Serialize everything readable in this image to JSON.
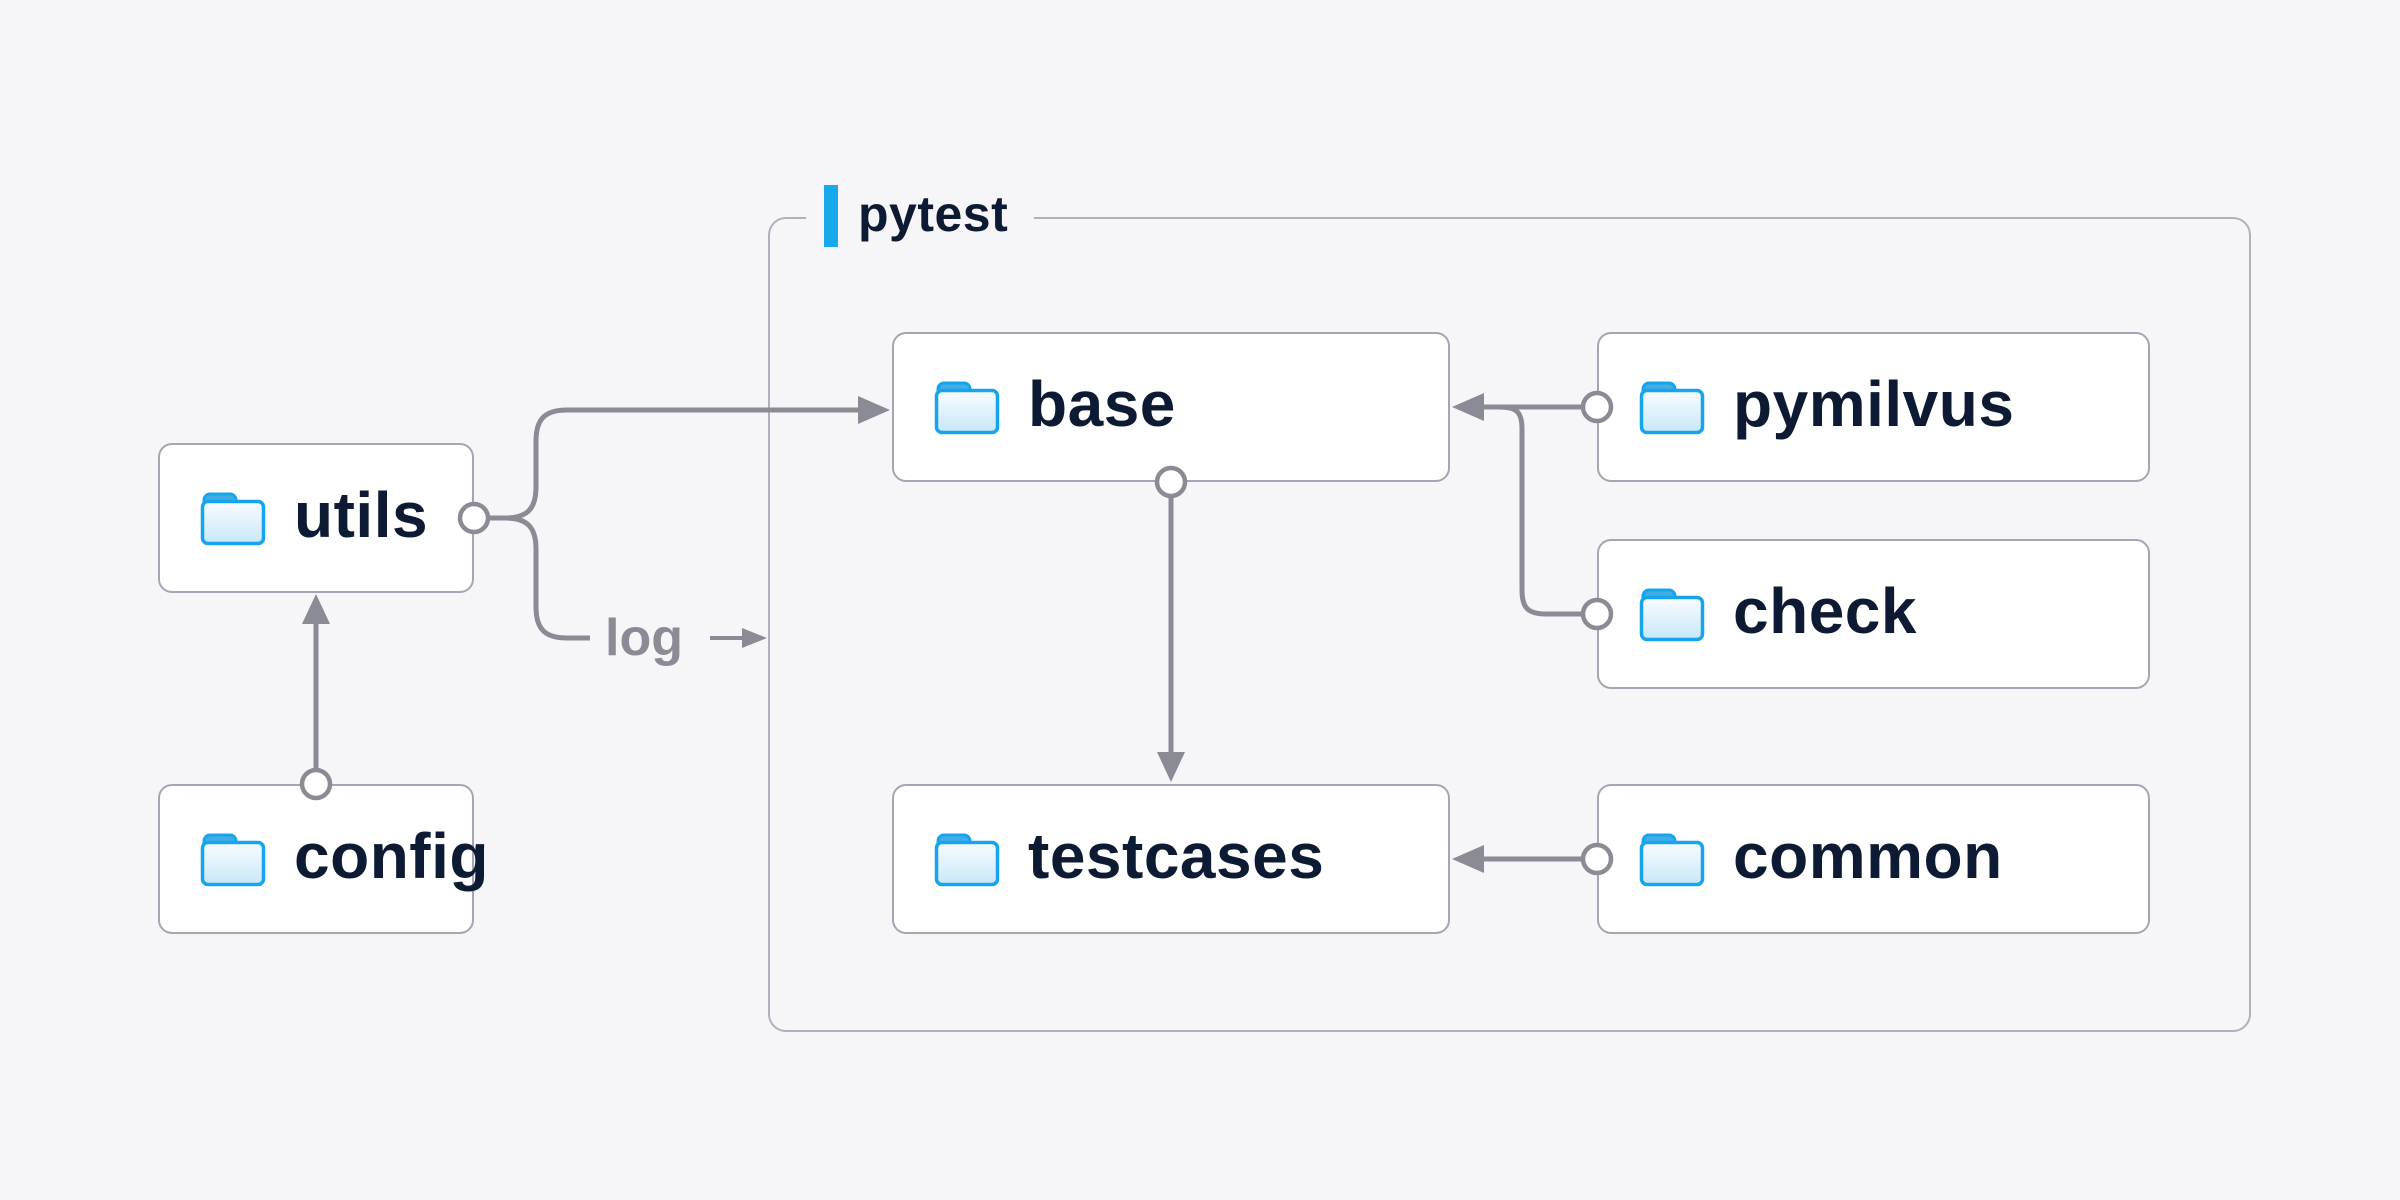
{
  "diagram": {
    "group": {
      "label": "pytest",
      "accent_color": "#18a9ec"
    },
    "nodes": [
      {
        "id": "utils",
        "label": "utils",
        "icon": "folder-icon"
      },
      {
        "id": "config",
        "label": "config",
        "icon": "folder-icon"
      },
      {
        "id": "base",
        "label": "base",
        "icon": "folder-icon"
      },
      {
        "id": "pymilvus",
        "label": "pymilvus",
        "icon": "folder-icon"
      },
      {
        "id": "check",
        "label": "check",
        "icon": "folder-icon"
      },
      {
        "id": "testcases",
        "label": "testcases",
        "icon": "folder-icon"
      },
      {
        "id": "common",
        "label": "common",
        "icon": "folder-icon"
      }
    ],
    "edges": [
      {
        "from": "config",
        "to": "utils",
        "label": ""
      },
      {
        "from": "utils",
        "to": "base",
        "label": ""
      },
      {
        "from": "utils",
        "to": "pytest-group",
        "label": "log"
      },
      {
        "from": "base",
        "to": "testcases",
        "label": ""
      },
      {
        "from": "pymilvus",
        "to": "base",
        "label": ""
      },
      {
        "from": "check",
        "to": "base",
        "label": ""
      },
      {
        "from": "common",
        "to": "testcases",
        "label": ""
      }
    ],
    "colors": {
      "background": "#f6f6f8",
      "node_fill": "#ffffff",
      "node_border": "#a5a5b4",
      "group_border": "#b0b0bf",
      "node_text": "#0d1a33",
      "connector": "#8b8b96",
      "accent_blue": "#18a9ec",
      "folder_stroke": "#16a5ec",
      "folder_tab": "#43ade6",
      "folder_fill_top": "#f8fcff",
      "folder_fill_bottom": "#c9e7f8"
    }
  }
}
